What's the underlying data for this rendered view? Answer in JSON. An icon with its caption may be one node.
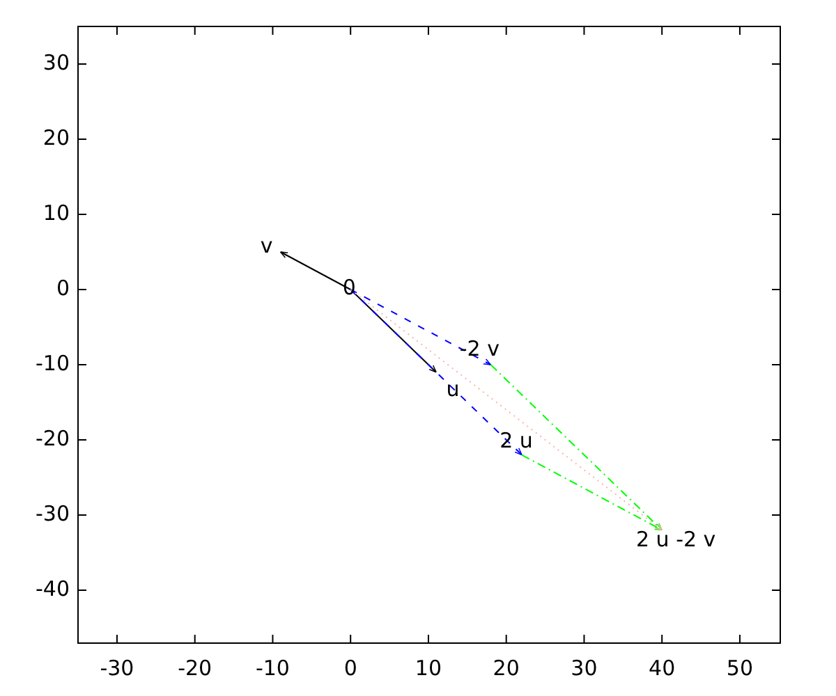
{
  "diagram": {
    "nodes": [
      {
        "text": [
          "v"
        ]
      },
      {
        "text": [
          "0"
        ]
      },
      {
        "text": [
          "-2 v"
        ]
      },
      {
        "text": [
          "u"
        ]
      },
      {
        "text": [
          "2 u"
        ]
      },
      {
        "text": [
          "2 u -2 v"
        ]
      }
    ],
    "edges": [
      {
        "from": 1,
        "to": 3,
        "arrow": "to"
      },
      {
        "from": 1,
        "to": 0,
        "arrow": "to"
      },
      {
        "from": 1,
        "to": 2,
        "arrow": "to",
        "style": "dashed",
        "color": "#0000ff"
      },
      {
        "from": 1,
        "to": 4,
        "arrow": "to",
        "style": "dashed",
        "color": "#0000ff"
      },
      {
        "from": 2,
        "to": 5,
        "arrow": "to",
        "style": "dashed",
        "color": "#00ff00"
      },
      {
        "from": 4,
        "to": 5,
        "arrow": "to",
        "style": "dashed",
        "color": "#00ff00"
      },
      {
        "from": 1,
        "to": 5,
        "arrow": "to",
        "style": "dashed",
        "color": "#ffb0b0"
      }
    ],
    "labels": [
      "30",
      "20",
      "10",
      "0",
      "-10",
      "-20",
      "-30",
      "-40",
      "-30",
      "-20",
      "-10",
      "0",
      "10",
      "20",
      "30",
      "40",
      "50"
    ]
  }
}
